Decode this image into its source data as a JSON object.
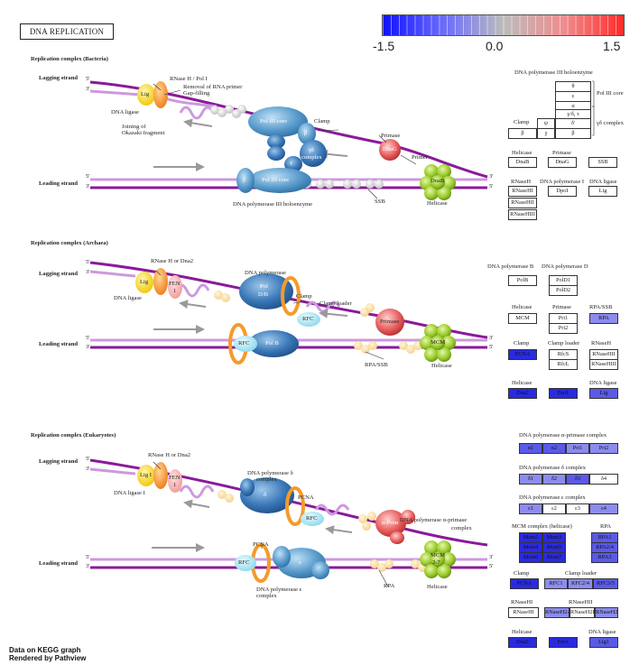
{
  "title": "DNA REPLICATION",
  "legend": {
    "ticks": [
      "-1.5",
      "0.0",
      "1.5"
    ],
    "colors": {
      "low": "#1010ff",
      "mid": "#bcbcbc",
      "high": "#ff2a2a"
    }
  },
  "footer": {
    "line1": "Data on KEGG graph",
    "line2": "Rendered by Pathview"
  },
  "labels": {
    "sec_bact": "Replication complex (Bacteria)",
    "sec_arch": "Replication complex (Archaea)",
    "sec_euk": "Replication complex (Eukaryotes)",
    "lagging": "Lagging strand",
    "leading": "Leading strand",
    "five": "5'",
    "three": "3'",
    "b_rnaseh": "RNase H / Pol I",
    "b_removal1": "Removal of RNA primer",
    "b_removal2": "Gap-filling",
    "b_ligase": "DNA ligase",
    "b_joining1": "Joining of",
    "b_joining2": "Okazaki fragment",
    "b_clamp": "Clamp",
    "b_primase": "Primase",
    "b_primer": "Primer",
    "b_holo": "DNA polymerase III holoenzyme",
    "b_ssb": "SSB",
    "b_helicase": "Helicase",
    "a_rnaseh": "RNase H or Dna2",
    "a_ligase": "DNA ligase",
    "a_dnapol": "DNA polymerase",
    "a_clamp": "Clamp",
    "a_clamploader": "Clamp loader",
    "a_primase": "Primase",
    "a_rpassb": "RPA/SSB",
    "a_helicase": "Helicase",
    "e_rnaseh": "RNase H or Dna2",
    "e_ligase": "DNA ligase I",
    "e_pold": "DNA polymerase δ",
    "e_complex": "complex",
    "e_pcna": "PCNA",
    "e_polalpha1": "DNA polymerase α-primase",
    "e_polalpha2": "complex",
    "e_pole1": "DNA polymerase ε",
    "e_pole2": "complex",
    "e_rpa": "RPA",
    "e_helicase": "Helicase",
    "e_nodes": {
      "lig": "Lig I",
      "fen": "FEN",
      "fen_n": "1",
      "delta": "δ",
      "rfc1": "RFC",
      "rfc2": "RFC",
      "pcna": "PCNA",
      "eps": "ε",
      "aprim": "α-Prim",
      "mcm": "MCM",
      "mcm_n": "2-7"
    },
    "b_nodes": {
      "lig": "Lig",
      "pol3a": "Pol III core",
      "beta1": "β",
      "clamp_t": "τ",
      "gd1": "γδ",
      "gd2": "complex",
      "beta2": "β",
      "pol3b": "Pol III core",
      "dnag": "DnaG",
      "dnab": "DnaB"
    },
    "a_nodes": {
      "lig": "Lig",
      "fen": "FEN",
      "fen_n": "1",
      "pol1": "Pol",
      "pol2": "D/B",
      "rfc1": "RFC",
      "rfc2": "RFC",
      "polb": "Pol B",
      "primase": "Primase",
      "mcm": "MCM"
    }
  },
  "panel_b": {
    "holo_title": "DNA polymerase III holoenzyme",
    "polIII_core": "Pol III core",
    "gd_complex": "γδ complex",
    "clamp": "Clamp",
    "rows": [
      "θ",
      "ε",
      "α",
      "γ/δ, τ",
      "δ'",
      "β",
      "χ",
      "ψ"
    ],
    "helicase": "Helicase",
    "primase": "Primase",
    "dnab": "DnaB",
    "dnag": "DnaG",
    "ssb": "SSB",
    "rnaseh": "RNaseH",
    "polI": "DNA polymerase I",
    "ligase": "DNA ligase",
    "rnaseh1": "RNaseHI",
    "rnaseh2": "RNaseHII",
    "rnaseh3": "RNaseHIII",
    "dpol": "DpoI",
    "lig": "Lig"
  },
  "panel_a": {
    "polB": "DNA polymerase B",
    "polD": "DNA polymerase D",
    "PolB": "PolB",
    "PolD1": "PolD1",
    "PolD2": "PolD2",
    "helicase": "Helicase",
    "primase": "Primase",
    "rpassb": "RPA/SSB",
    "MCM": "MCM",
    "Pri1": "Pri1",
    "Pri2": "Pri2",
    "RPA": "RPA",
    "clamp": "Clamp",
    "clamploader": "Clamp loader",
    "rnaseh": "RNaseH",
    "PCNA": "PCNA",
    "RfcS": "RfcS",
    "RfcL": "RfcL",
    "rnaseh2": "RNaseHII",
    "rnaseh3": "RNaseHIII",
    "helicase2": "Helicase",
    "ligase": "DNA ligase",
    "Dna2": "Dna2",
    "Fen1": "Fen1",
    "Lig": "Lig"
  },
  "panel_e": {
    "alpha_title": "DNA polymerase α-primase complex",
    "a1": "α1",
    "a2": "α2",
    "Pri1": "Pri1",
    "Pri2": "Pri2",
    "delta_title": "DNA polymerase δ complex",
    "d1": "δ1",
    "d2": "δ2",
    "d3": "δ3",
    "d4": "δ4",
    "eps_title": "DNA polymerase ε complex",
    "e1": "ε1",
    "e2": "ε2",
    "e3": "ε3",
    "e4": "ε4",
    "mcm_title": "MCM complex (helicase)",
    "rpa_title": "RPA",
    "Mcm2": "Mcm2",
    "Mcm3": "Mcm3",
    "Mcm4": "Mcm4",
    "Mcm5": "Mcm5",
    "Mcm6": "Mcm6",
    "Mcm7": "Mcm7",
    "RPA1": "RPA1",
    "RPA2_4": "RPA2/4",
    "RPA3": "RPA3",
    "clamp": "Clamp",
    "clamploader": "Clamp loader",
    "PCNA": "PCNA",
    "RFC1": "RFC1",
    "RFC2_4": "RFC2/4",
    "RFC3_5": "RFC3/5",
    "rnaseh1_t": "RNaseHI",
    "rnaseh2_t": "RNaseHII",
    "RNaseHI": "RNaseHI",
    "RNaseH2A": "RNaseH2A",
    "RNaseH2B": "RNaseH2B",
    "RNaseH2C": "RNaseH2C",
    "helicase": "Helicase",
    "ligase": "DNA ligase",
    "Dna2": "Dna2",
    "Fen1": "Fen1",
    "Lig1": "Lig1"
  }
}
